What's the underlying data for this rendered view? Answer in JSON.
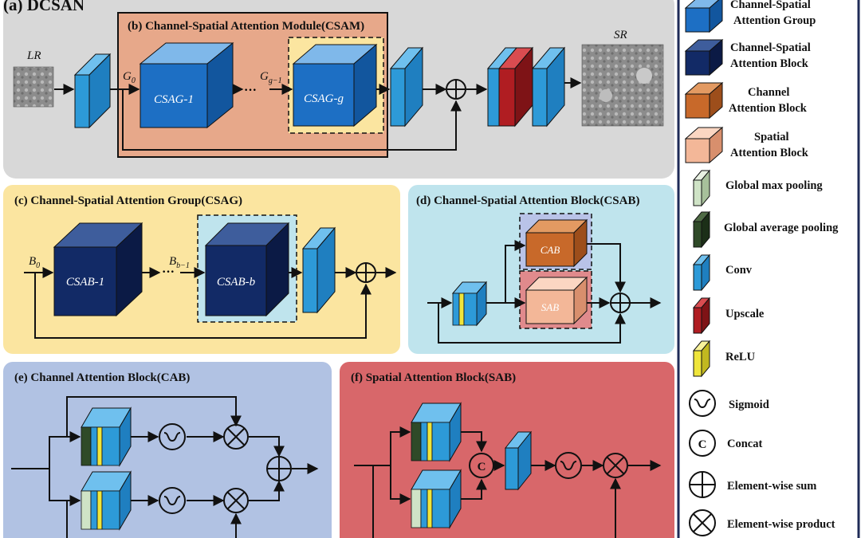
{
  "colors": {
    "panel_a": "#d8d8d8",
    "panel_b": "#e7a88a",
    "panel_c": "#fbe5a0",
    "panel_d": "#bfe4ed",
    "panel_e": "#b1c2e3",
    "panel_f": "#d8676a",
    "csag": "#1d6fc4",
    "csab": "#122a66",
    "cab": "#c8692a",
    "sab": "#f3b798",
    "gmp": "#cfe3c6",
    "gap": "#2f4a28",
    "conv": "#2d9ad8",
    "upscale": "#b01d22",
    "relu": "#efe53b"
  },
  "icons": [
    "sigmoid-icon",
    "concat-icon",
    "element-wise-sum-icon",
    "element-wise-product-icon"
  ],
  "panels": {
    "a": {
      "title": "(a) DCSAN",
      "lr": "LR",
      "sr": "SR"
    },
    "b": {
      "title": "(b) Channel-Spatial Attention Module(CSAM)",
      "g0": "G",
      "g0_sub": "0",
      "gg1": "G",
      "gg1_sub": "g−1",
      "dots": "···",
      "cube1": "CSAG-1",
      "cube2": "CSAG-g"
    },
    "c": {
      "title": "(c) Channel-Spatial Attention Group(CSAG)",
      "b0": "B",
      "b0_sub": "0",
      "bb1": "B",
      "bb1_sub": "b−1",
      "dots": "···",
      "cube1": "CSAB-1",
      "cube2": "CSAB-b"
    },
    "d": {
      "title": "(d) Channel-Spatial Attention Block(CSAB)",
      "cab": "CAB",
      "sab": "SAB"
    },
    "e": {
      "title": "(e) Channel Attention Block(CAB)"
    },
    "f": {
      "title": "(f) Spatial Attention Block(SAB)",
      "concat": "C"
    }
  },
  "legend": {
    "items": [
      {
        "icon": "csag-cube-icon",
        "label1": "Channel-Spatial",
        "label2": "Attention Group"
      },
      {
        "icon": "csab-cube-icon",
        "label1": "Channel-Spatial",
        "label2": "Attention Block"
      },
      {
        "icon": "cab-cube-icon",
        "label1": "Channel",
        "label2": "Attention Block"
      },
      {
        "icon": "sab-cube-icon",
        "label1": "Spatial",
        "label2": "Attention Block"
      },
      {
        "icon": "global-max-pooling-icon",
        "label1": "Global max pooling"
      },
      {
        "icon": "global-average-pooling-icon",
        "label1": "Global average pooling"
      },
      {
        "icon": "conv-icon",
        "label1": "Conv"
      },
      {
        "icon": "upscale-icon",
        "label1": "Upscale"
      },
      {
        "icon": "relu-icon",
        "label1": "ReLU"
      },
      {
        "icon": "sigmoid-icon",
        "label1": "Sigmoid"
      },
      {
        "icon": "concat-icon",
        "label1": "Concat",
        "symbol": "C"
      },
      {
        "icon": "element-wise-sum-icon",
        "label1": "Element-wise sum"
      },
      {
        "icon": "element-wise-product-icon",
        "label1": "Element-wise product"
      }
    ]
  }
}
